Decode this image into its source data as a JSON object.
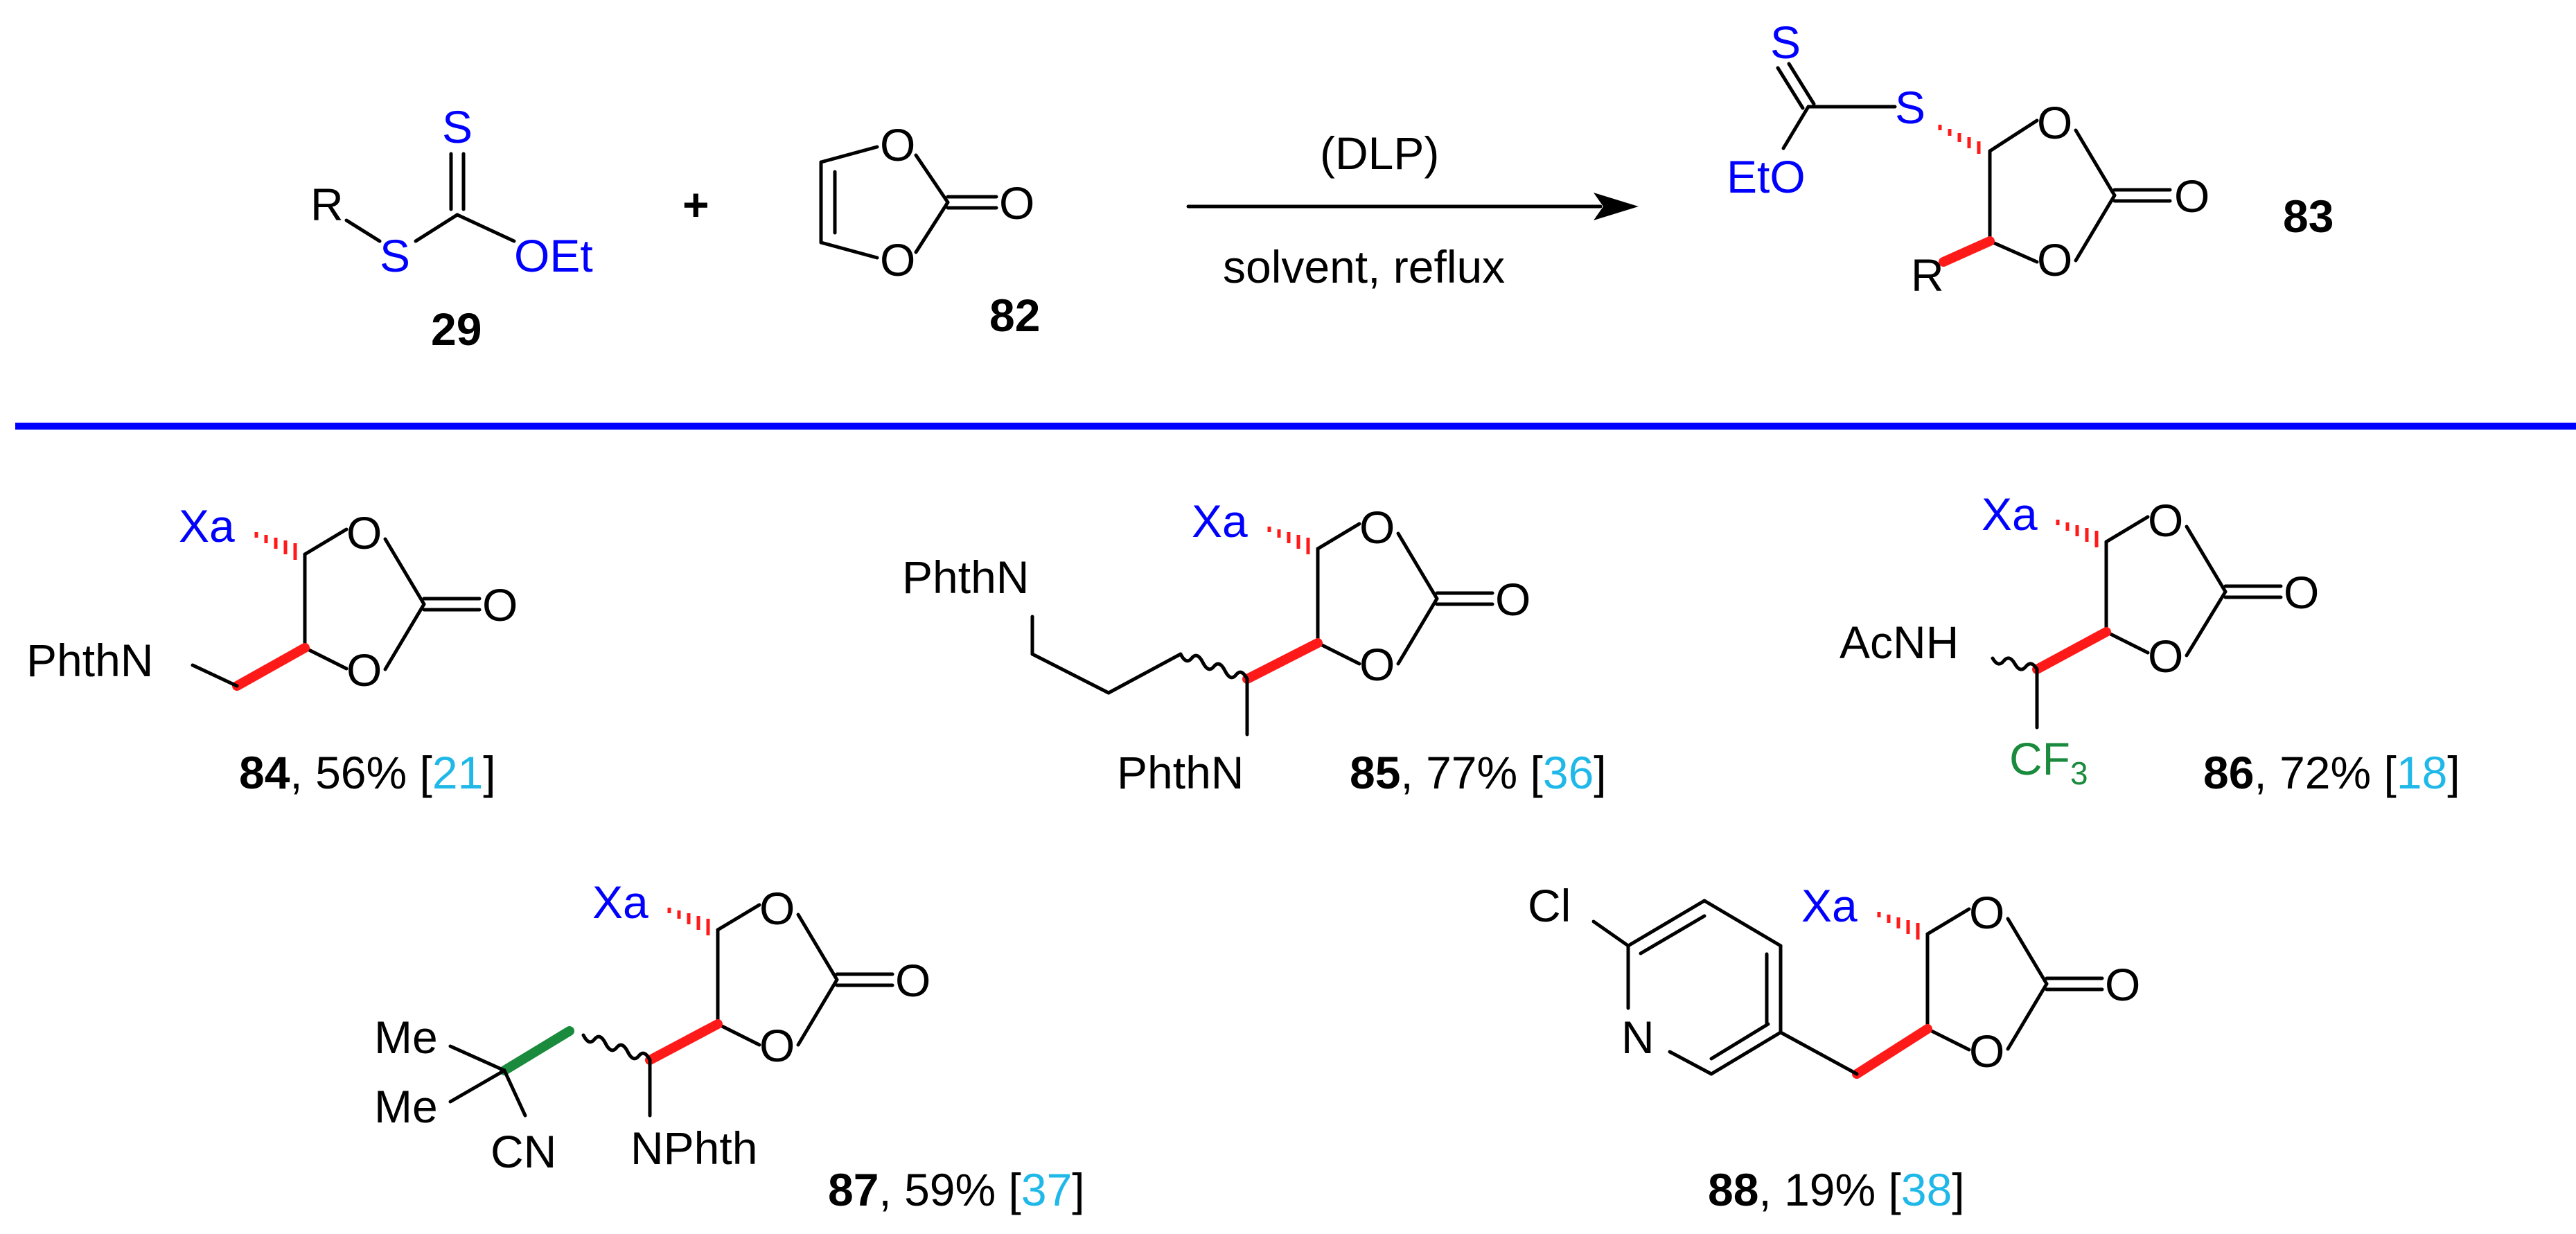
{
  "reaction": {
    "reactant1": {
      "R": "R",
      "S_thio": "S",
      "S_thione": "S",
      "OEt": "OEt",
      "number": "29"
    },
    "plus": "+",
    "reactant2": {
      "O1": "O",
      "O2": "O",
      "O_carbonyl": "O",
      "number": "82"
    },
    "arrow": {
      "above": "(DLP)",
      "below": "solvent, reflux"
    },
    "product": {
      "S_thione": "S",
      "S_link": "S",
      "EtO": "EtO",
      "O1": "O",
      "O2": "O",
      "O_carbonyl": "O",
      "R": "R",
      "number": "83"
    }
  },
  "colors": {
    "xanthate": "#0000ff",
    "divider": "#0000ff",
    "new_bond": "#ff1a1a",
    "cf3": "#1a8a3c",
    "reference": "#1fb8e8"
  },
  "examples": [
    {
      "number": "84",
      "yield": ", 56% [",
      "ref": "21",
      "close": "]",
      "labels": {
        "xa": "Xa",
        "o1": "O",
        "o2": "O",
        "oc": "O",
        "sub1": "PhthN"
      }
    },
    {
      "number": "85",
      "yield": ", 77% [",
      "ref": "36",
      "close": "]",
      "labels": {
        "xa": "Xa",
        "o1": "O",
        "o2": "O",
        "oc": "O",
        "sub1": "PhthN",
        "sub2": "PhthN"
      }
    },
    {
      "number": "86",
      "yield": ", 72% [",
      "ref": "18",
      "close": "]",
      "labels": {
        "xa": "Xa",
        "o1": "O",
        "o2": "O",
        "oc": "O",
        "sub1": "AcNH",
        "cf3": "CF",
        "cf3_sub": "3"
      }
    },
    {
      "number": "87",
      "yield": ", 59% [",
      "ref": "37",
      "close": "]",
      "labels": {
        "xa": "Xa",
        "o1": "O",
        "o2": "O",
        "oc": "O",
        "me1": "Me",
        "me2": "Me",
        "cn": "CN",
        "nphth": "NPhth"
      }
    },
    {
      "number": "88",
      "yield": ", 19% [",
      "ref": "38",
      "close": "]",
      "labels": {
        "xa": "Xa",
        "o1": "O",
        "o2": "O",
        "oc": "O",
        "cl": "Cl",
        "n": "N"
      }
    }
  ]
}
